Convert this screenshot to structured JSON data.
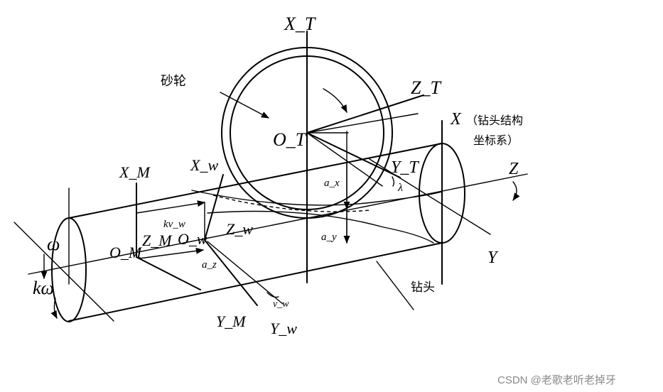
{
  "labels": {
    "XT": "X_T",
    "ZT": "Z_T",
    "YT": "Y_T",
    "OT": "O_T",
    "grinding_wheel": "砂轮",
    "X": "X",
    "X_note_1": "（钻头结构",
    "X_note_2": "坐标系）",
    "Z": "Z",
    "Y": "Y",
    "lambda": "λ",
    "ax": "a_x",
    "ay": "a_y",
    "az": "a_z",
    "XM": "X_M",
    "ZM": "Z_M",
    "OM": "O_M",
    "YM": "Y_M",
    "Xw": "X_w",
    "Zw": "Z_w",
    "Ow": "O_w",
    "Yw": "Y_w",
    "kvw": "kv_w",
    "vw": "v_w",
    "omega": "ω",
    "komega": "kω",
    "drill_bit": "钻头"
  },
  "watermark": "CSDN @老歌老听老掉牙"
}
